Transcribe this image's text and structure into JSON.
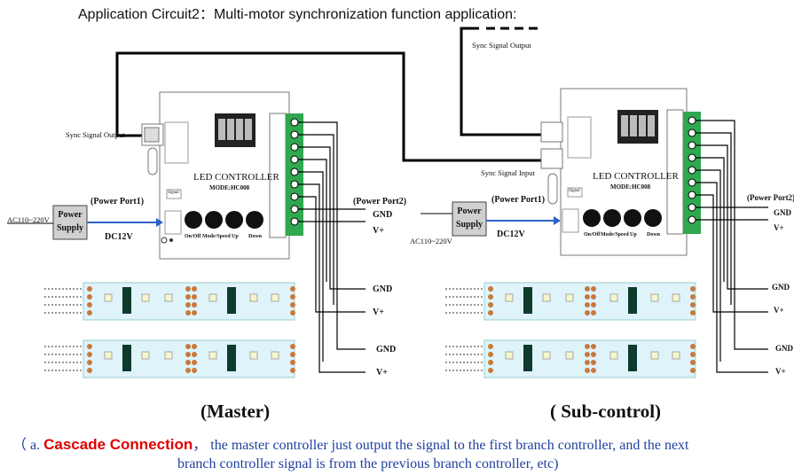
{
  "title": "Application Circuit2：Multi-motor synchronization function application:",
  "master": {
    "sync_output": "Sync Signal Output",
    "power_port1": "(Power Port1)",
    "power_port2": "(Power Port2)",
    "ac": "AC110~220V",
    "supply": "Power Supply",
    "dc": "DC12V",
    "led_controller": "LED  CONTROLLER",
    "mode": "MODE:HC008",
    "signal": "Signal",
    "buttons": [
      "On/Off",
      "Mode/Speed",
      "Up",
      "Down"
    ],
    "gnd": "GND",
    "vplus": "V+",
    "caption": "(Master)"
  },
  "sub": {
    "sync_output": "Sync Signal Output",
    "sync_input": "Sync Signal Input",
    "power_port1": "(Power Port1)",
    "power_port2": "(Power Port2)",
    "ac": "AC110~220V",
    "supply": "Power Supply",
    "dc": "DC12V",
    "led_controller": "LED  CONTROLLER",
    "mode": "MODE:HC008",
    "signal": "Signal",
    "buttons": [
      "On/Off",
      "Mode/Speed",
      "Up",
      "Down"
    ],
    "gnd": "GND",
    "vplus": "V+",
    "caption": "( Sub-control)"
  },
  "strip_gnd": "GND",
  "strip_vplus": "V+",
  "caption": {
    "open": "（ a. ",
    "highlight": "Cascade Connection",
    "comma": "，",
    "line1": " the master controller just output the signal to the first branch controller, and the next",
    "line2": "branch controller signal is from the previous branch controller, etc)"
  },
  "colors": {
    "terminal": "#2fa84f",
    "strip": "#dff3fb",
    "pad": "#c87a3c",
    "caption_blue": "#1f3f9f",
    "caption_red": "#e00000"
  }
}
